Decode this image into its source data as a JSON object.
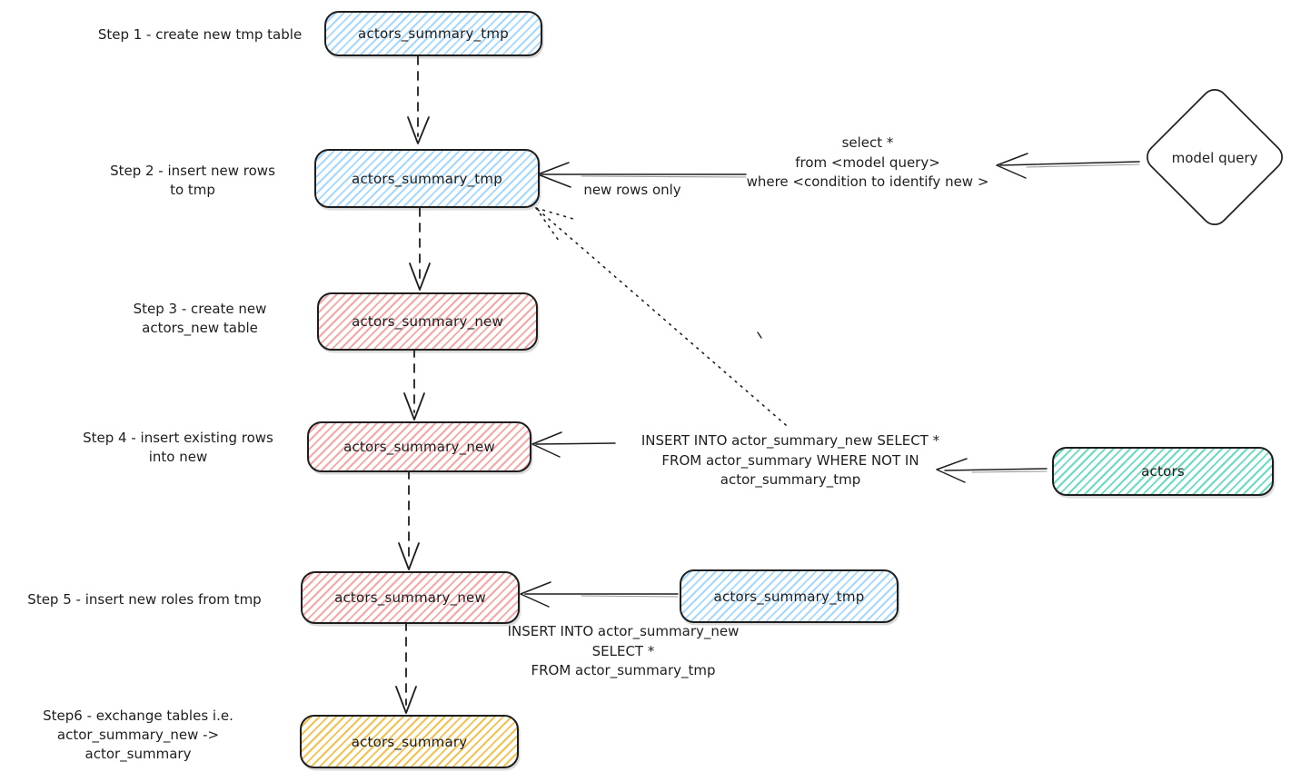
{
  "colors": {
    "stroke": "#1e1e1e",
    "stroke_soft": "#9a9a9a",
    "blue_hatch": "#a5d8ff",
    "red_hatch": "#f7a6a6",
    "teal_hatch": "#67dcc0",
    "yellow_hatch": "#f2c14e"
  },
  "nodes": {
    "step1_box": "actors_summary_tmp",
    "step2_box": "actors_summary_tmp",
    "step3_box": "actors_summary_new",
    "step4_box": "actors_summary_new",
    "step5_box": "actors_summary_new",
    "step5_source_box": "actors_summary_tmp",
    "actors_box": "actors",
    "result_box": "actors_summary",
    "model_query": "model query"
  },
  "step_labels": {
    "step1": {
      "line1": "Step 1 - create new tmp table"
    },
    "step2": {
      "line1": "Step 2 - insert new rows",
      "line2": "to tmp"
    },
    "step3": {
      "line1": "Step 3 - create new",
      "line2": "actors_new table"
    },
    "step4": {
      "line1": "Step 4 - insert existing rows",
      "line2": "into new"
    },
    "step5": {
      "line1": "Step 5 - insert new roles from tmp"
    },
    "step6": {
      "line1": "Step6 - exchange tables i.e.",
      "line2": "actor_summary_new -> actor_summary"
    }
  },
  "annotations": {
    "query_sql": {
      "line1": "select *",
      "line2": "from <model query>",
      "line3": "where <condition to identify new >"
    },
    "new_rows_label": "new rows only",
    "insert_existing": {
      "line1": "INSERT INTO actor_summary_new SELECT *",
      "line2": "FROM actor_summary WHERE NOT IN",
      "line3": "actor_summary_tmp"
    },
    "insert_from_tmp": {
      "line1": "INSERT INTO actor_summary_new",
      "line2": "SELECT *",
      "line3": "FROM actor_summary_tmp"
    }
  }
}
